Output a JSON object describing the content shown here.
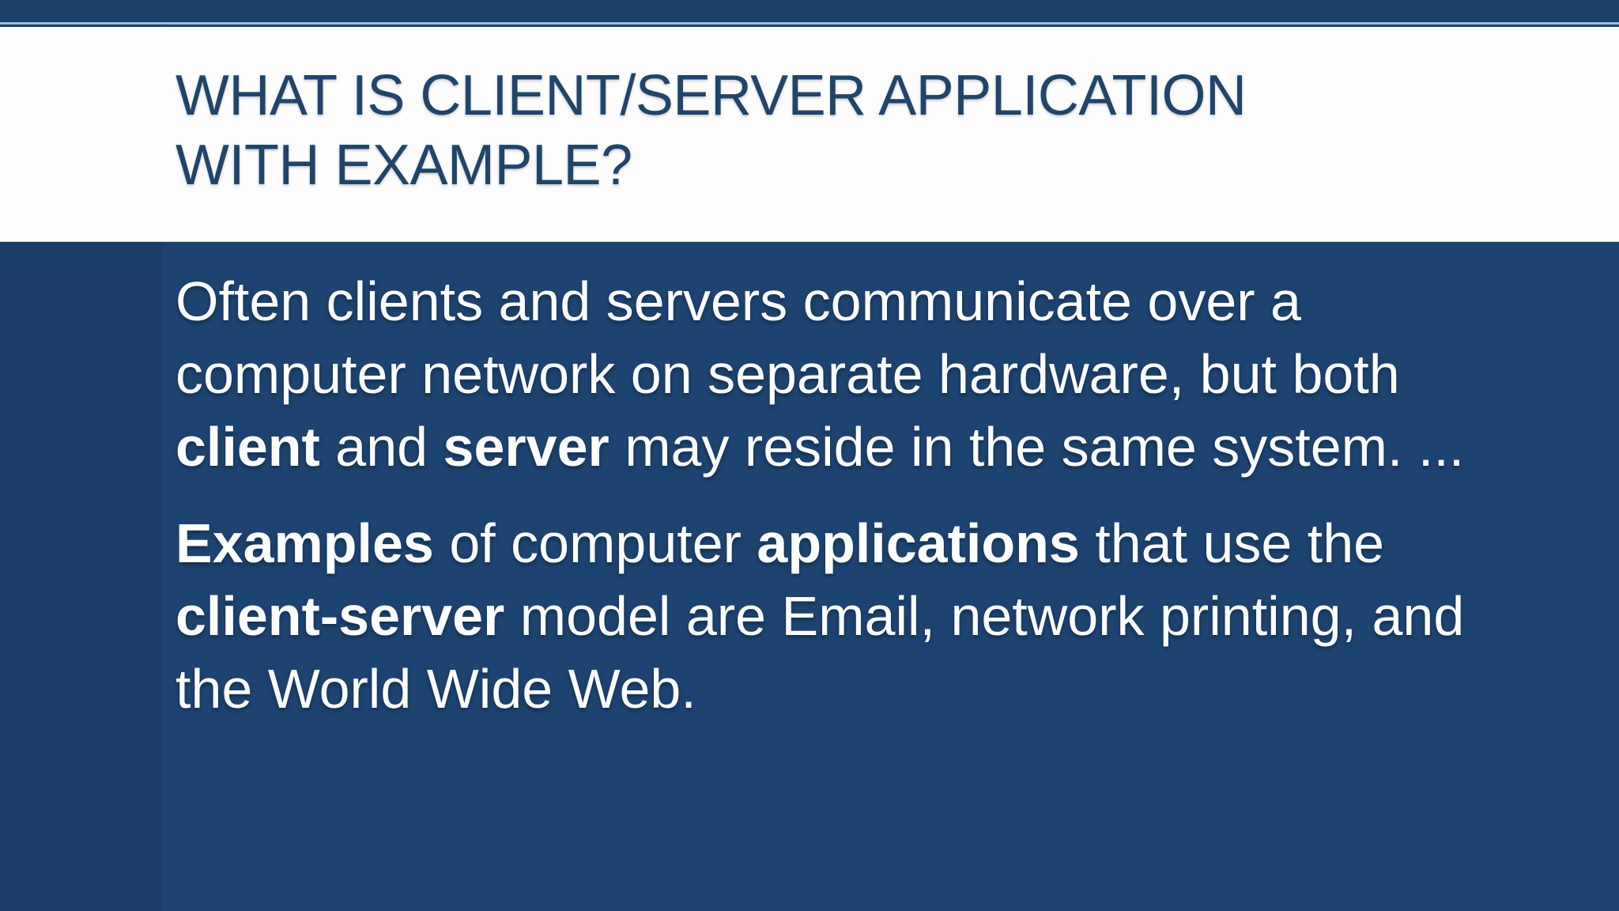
{
  "title": {
    "lines": [
      "WHAT IS CLIENT/SERVER APPLICATION",
      "WITH EXAMPLE?"
    ]
  },
  "body": {
    "paragraphs": [
      [
        {
          "t": "Often clients and servers communicate over a computer network on separate hardware, but both ",
          "b": false
        },
        {
          "t": "client",
          "b": true
        },
        {
          "t": " and ",
          "b": false
        },
        {
          "t": "server",
          "b": true
        },
        {
          "t": " may reside in the same system. ...",
          "b": false
        }
      ],
      [
        {
          "t": "Examples",
          "b": true
        },
        {
          "t": " of computer ",
          "b": false
        },
        {
          "t": "applications",
          "b": true
        },
        {
          "t": " that use the ",
          "b": false
        },
        {
          "t": "client-server",
          "b": true
        },
        {
          "t": " model are Email, network printing, and the World Wide Web.",
          "b": false
        }
      ]
    ]
  },
  "colors": {
    "navy_bg": "#1d4370",
    "navy_bg_left": "#1a3e68",
    "topbar": "#1b4066",
    "accent_line": "#a3b8d3",
    "title_text": "#214569",
    "body_text": "#fdfeff",
    "header_bg": "#fdfdfd"
  }
}
